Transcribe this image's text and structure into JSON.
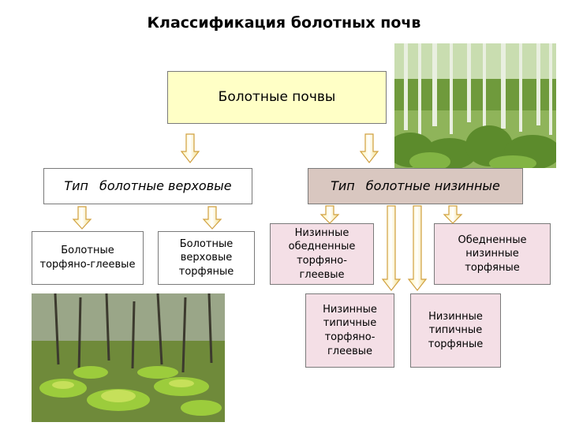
{
  "title": "Классификация болотных почв",
  "root": {
    "label": "Болотные почвы"
  },
  "types": {
    "upper": {
      "prefix": "Тип",
      "name": "болотные верховые"
    },
    "lower": {
      "prefix": "Тип",
      "name": "болотные низинные"
    }
  },
  "upper_children": [
    {
      "label": "Болотные торфяно-глеевые"
    },
    {
      "label": "Болотные верховые торфяные"
    }
  ],
  "lower_children": [
    {
      "label": "Низинные обедненные торфяно-глеевые"
    },
    {
      "label": "Низинные типичные торфяно-глеевые"
    },
    {
      "label": "Низинные типичные торфяные"
    },
    {
      "label": "Обедненные низинные торфяные"
    }
  ],
  "colors": {
    "root_fill": "#ffffc6",
    "upper_type_fill": "#ffffff",
    "lower_type_fill": "#d9c7c0",
    "lower_children_fill": "#f4dfe6",
    "arrow_fill": "#ffffc6",
    "arrow_stroke": "#d0b050"
  },
  "images": [
    {
      "icon": "swamp-forest-photo"
    },
    {
      "icon": "moss-bog-photo"
    }
  ]
}
